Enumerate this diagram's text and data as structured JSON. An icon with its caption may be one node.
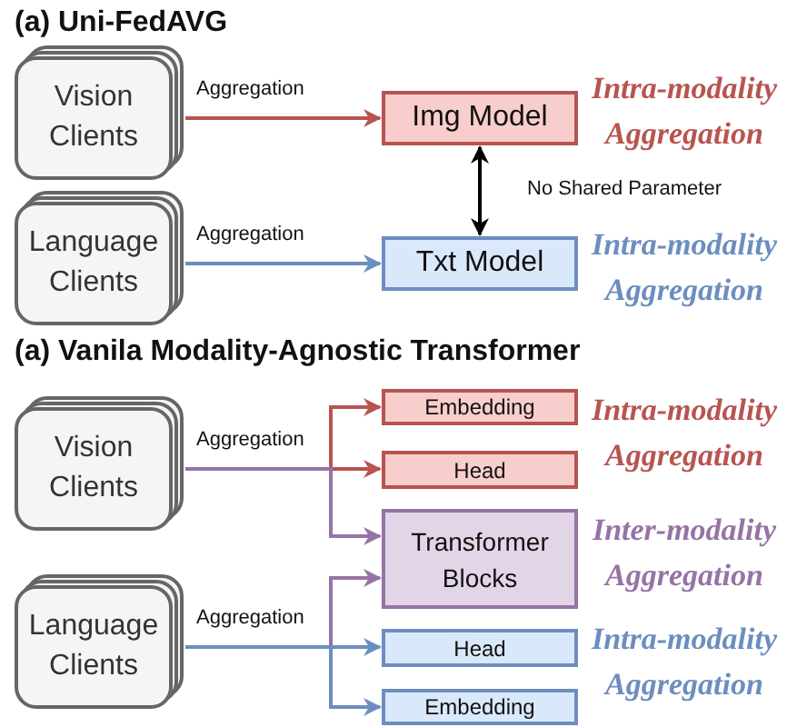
{
  "diagram": {
    "title": "(a) Uni-FedAVG",
    "nodes": [
      {
        "text": [
          "Vision Clients"
        ]
      },
      {
        "text": [
          "Language Clients"
        ]
      },
      {
        "text": [
          "Img Model"
        ]
      },
      {
        "text": [
          "Txt Model"
        ]
      },
      {
        "text": [
          "Vision Clients"
        ]
      },
      {
        "text": [
          "Language Clients"
        ]
      },
      {
        "text": [
          "Embedding"
        ]
      },
      {
        "text": [
          "Head"
        ]
      },
      {
        "text": [
          "Transformer Blocks"
        ]
      },
      {
        "text": [
          "Head"
        ]
      },
      {
        "text": [
          "Embedding"
        ]
      }
    ],
    "edges": [
      {
        "from": 0,
        "to": 2,
        "arrow": "to",
        "label": "Aggregation",
        "color": "#b85450"
      },
      {
        "from": 1,
        "to": 3,
        "arrow": "to",
        "label": "Aggregation",
        "color": "#6c8ebf"
      },
      {
        "from": 2,
        "to": 3,
        "arrow": "both",
        "label": "No Shared Parameter",
        "color": "#000000"
      },
      {
        "from": 4,
        "to": 6,
        "arrow": "to",
        "color": "#b85450"
      },
      {
        "from": 4,
        "to": 7,
        "arrow": "to",
        "label": "Aggregation",
        "color": "#b85450"
      },
      {
        "from": 4,
        "to": 8,
        "arrow": "to",
        "color": "#9673a6"
      },
      {
        "from": 5,
        "to": 8,
        "arrow": "to",
        "color": "#9673a6"
      },
      {
        "from": 5,
        "to": 9,
        "arrow": "to",
        "label": "Aggregation",
        "color": "#6c8ebf"
      },
      {
        "from": 5,
        "to": 10,
        "arrow": "to",
        "color": "#6c8ebf"
      }
    ],
    "labels": [
      "Intra-modality Aggregation",
      "Intra-modality Aggregation",
      "(a) Vanila Modality-Agnostic Transformer",
      "Intra-modality Aggregation",
      "Inter-modality Aggregation",
      "Intra-modality Aggregation"
    ]
  }
}
